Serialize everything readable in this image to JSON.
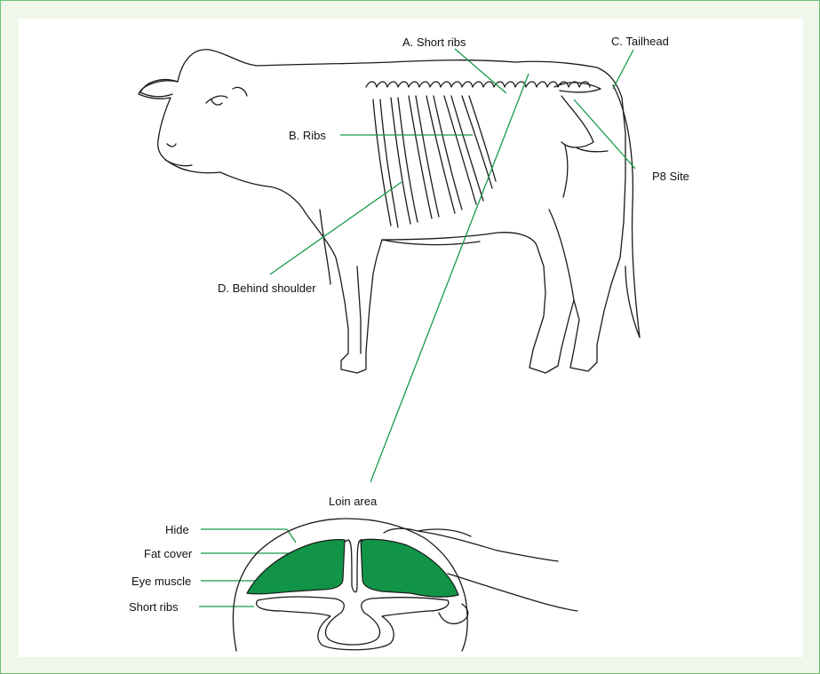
{
  "colors": {
    "background": "#eef7ea",
    "border": "#6fbf73",
    "leader": "#169a48",
    "muscle": "#119447",
    "outline": "#1a1a1a"
  },
  "labels": {
    "short_ribs": "A. Short ribs",
    "tailhead": "C. Tailhead",
    "ribs": "B. Ribs",
    "p8": "P8 Site",
    "behind_shoulder": "D. Behind shoulder",
    "loin_area": "Loin area"
  },
  "cross_section": {
    "hide": "Hide",
    "fat_cover": "Fat cover",
    "eye_muscle": "Eye muscle",
    "short_ribs": "Short ribs"
  }
}
